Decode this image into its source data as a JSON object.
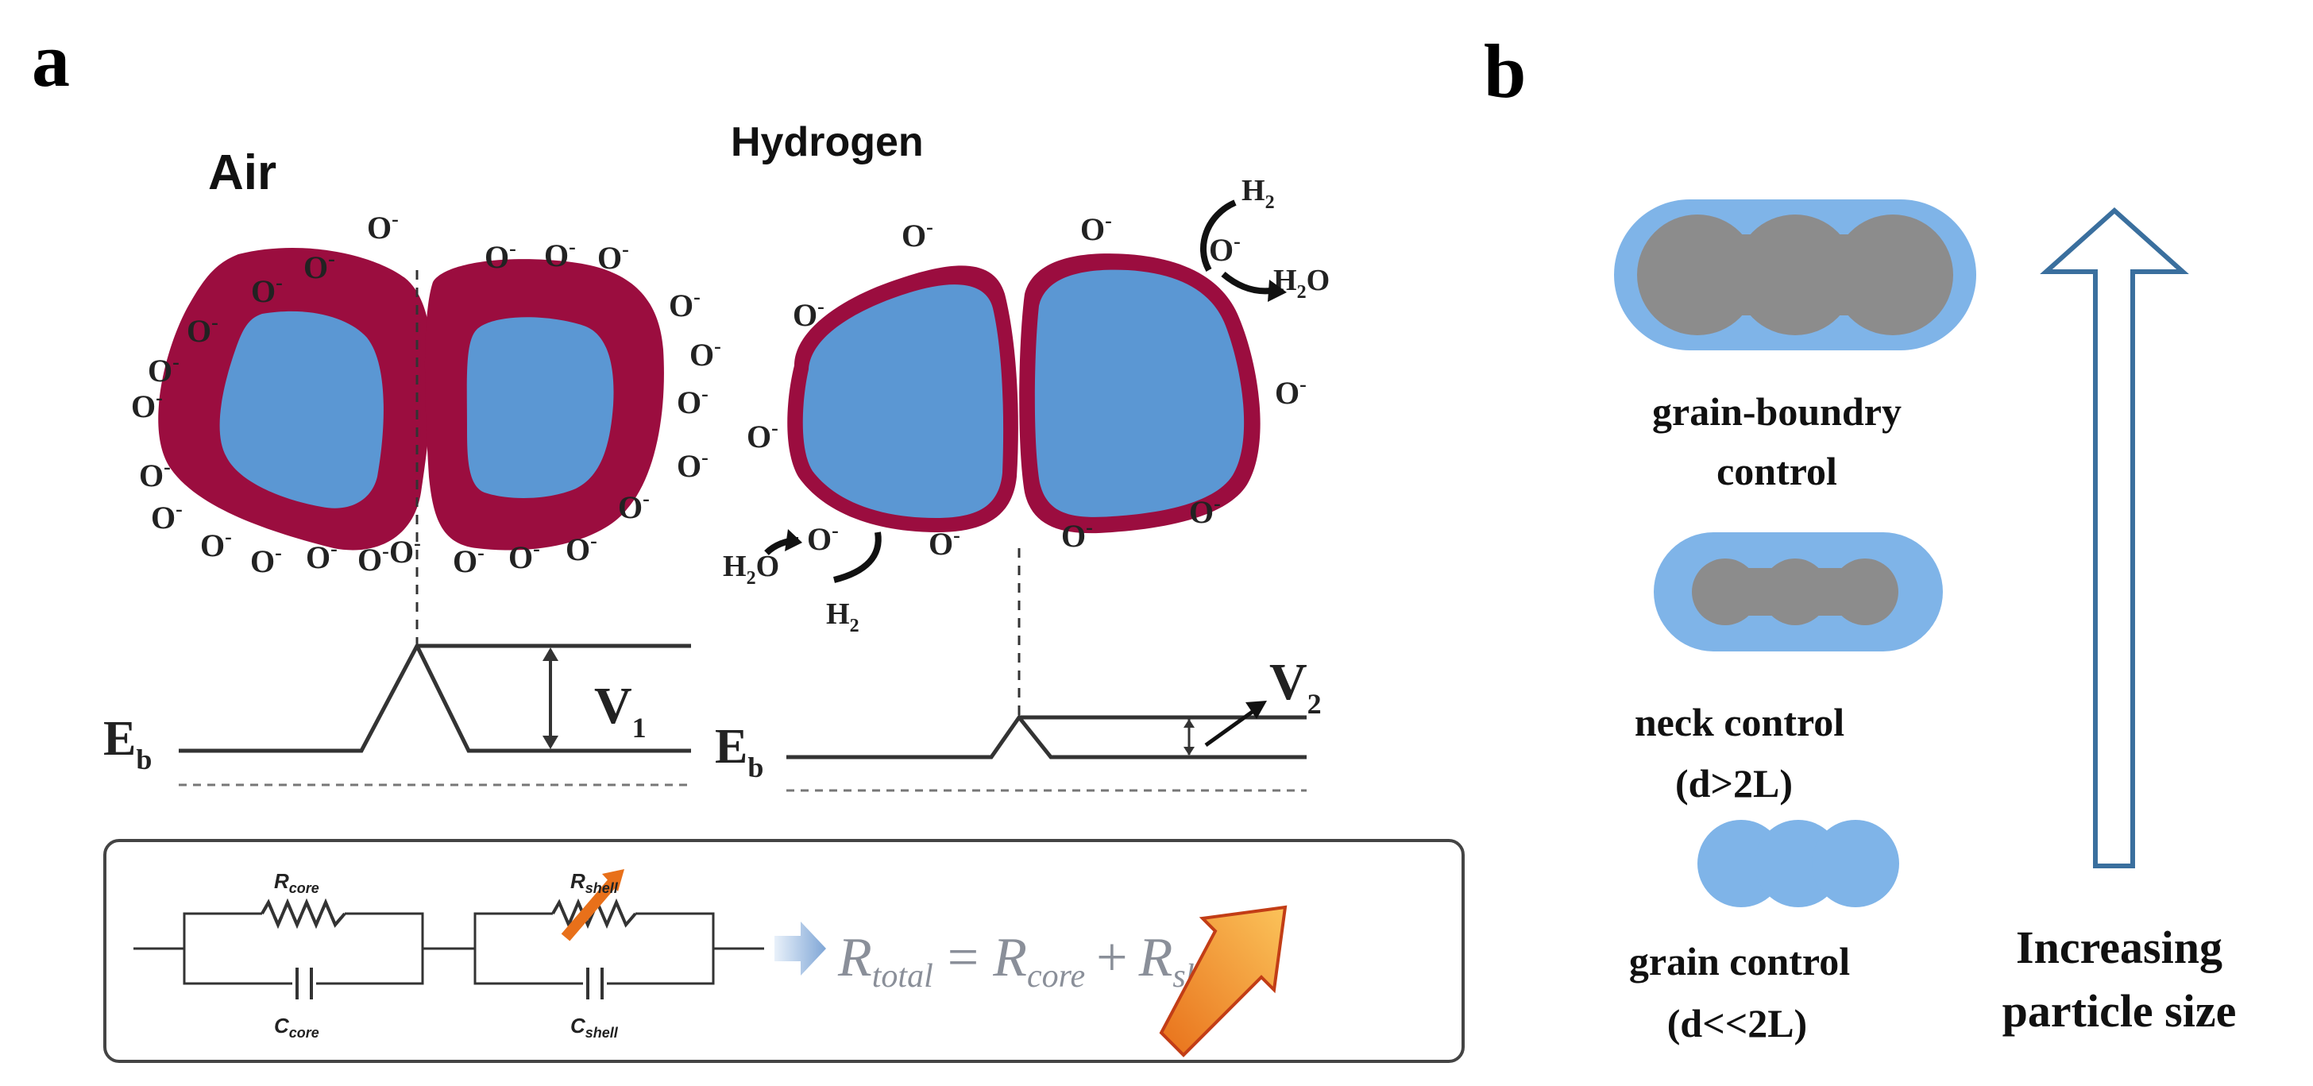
{
  "panel_a": {
    "label": "a",
    "air": {
      "title": "Air",
      "ion_label": "O",
      "ion_charge": "-",
      "eb_main": "E",
      "eb_sub": "b",
      "barrier_main": "V",
      "barrier_sub": "1"
    },
    "hydrogen": {
      "title": "Hydrogen",
      "ion_label": "O",
      "ion_charge": "-",
      "h2_top": "H",
      "h2_top_sub": "2",
      "h2o_top": "H",
      "h2o_top_sub": "2",
      "h2o_top_tail": "O",
      "h2o_bottom": "H",
      "h2o_bottom_sub": "2",
      "h2o_bottom_tail": "O",
      "h2_bottom": "H",
      "h2_bottom_sub": "2",
      "eb_main": "E",
      "eb_sub": "b",
      "barrier_main": "V",
      "barrier_sub": "2"
    },
    "circuit": {
      "r_core": "R",
      "r_core_sub": "core",
      "c_core": "C",
      "c_core_sub": "core",
      "r_shell": "R",
      "r_shell_sub": "shell",
      "c_shell": "C",
      "c_shell_sub": "shell",
      "eq_total": "R",
      "eq_total_sub": "total",
      "eq_equals": "=",
      "eq_core": "R",
      "eq_core_sub": "core",
      "eq_plus": "+",
      "eq_shell": "R",
      "eq_shell_sub": "shell"
    }
  },
  "panel_b": {
    "label": "b",
    "grain_boundary": [
      "grain-boundry",
      "control"
    ],
    "neck": [
      "neck control",
      "(d>2L)"
    ],
    "grain": [
      "grain control",
      "(d<<2L)"
    ],
    "increasing": [
      "Increasing",
      "particle size"
    ]
  },
  "colors": {
    "shell": "#9b0d3f",
    "core": "#5b97d3",
    "depletion_light": "#7fb4e8",
    "grain_gray": "#8c8c8c",
    "arrow_outline": "#3a6f9e",
    "orange_arrow": "#f2a02e"
  }
}
